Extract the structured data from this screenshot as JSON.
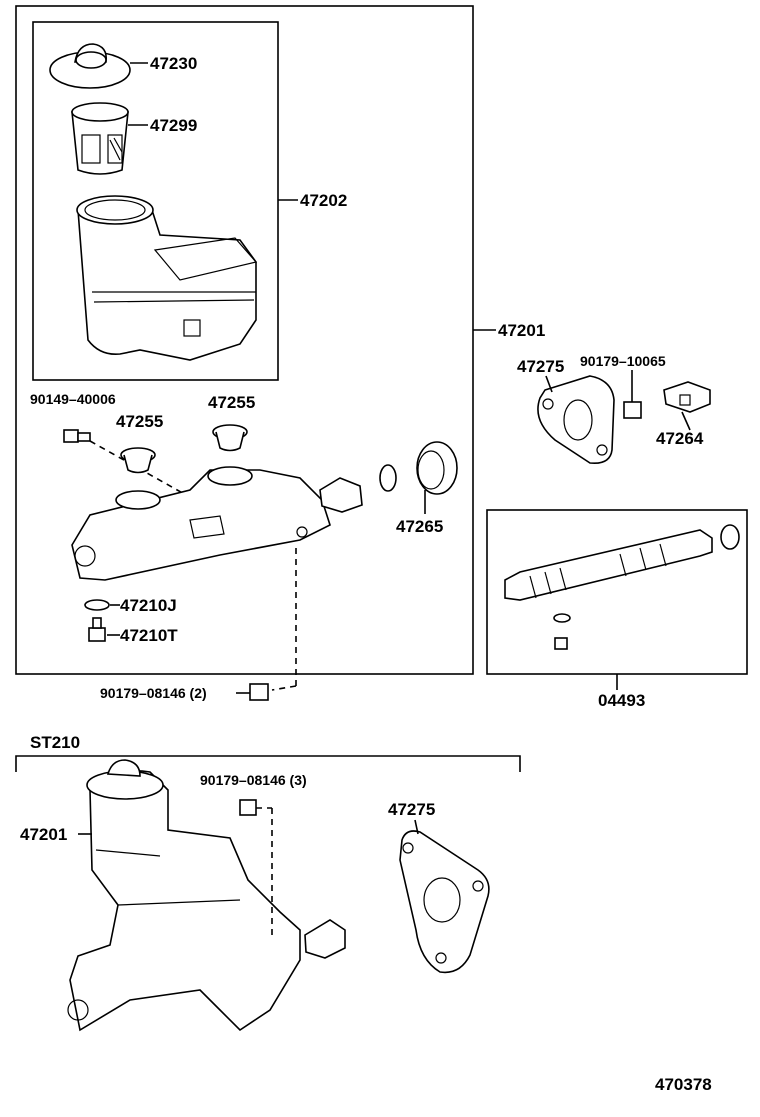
{
  "labels": {
    "p47230": "47230",
    "p47299": "47299",
    "p47202": "47202",
    "p47201": "47201",
    "p90149": "90149–40006",
    "p47255a": "47255",
    "p47255b": "47255",
    "p47275": "47275",
    "p90179_10065": "90179–10065",
    "p47264": "47264",
    "p47265": "47265",
    "p47210J": "47210J",
    "p47210T": "47210T",
    "p90179_08146_2": "90179–08146 (2)",
    "p04493": "04493",
    "st210": "ST210",
    "p90179_08146_3": "90179–08146 (3)",
    "p47201b": "47201",
    "p47275b": "47275",
    "diagram_id": "470378"
  }
}
